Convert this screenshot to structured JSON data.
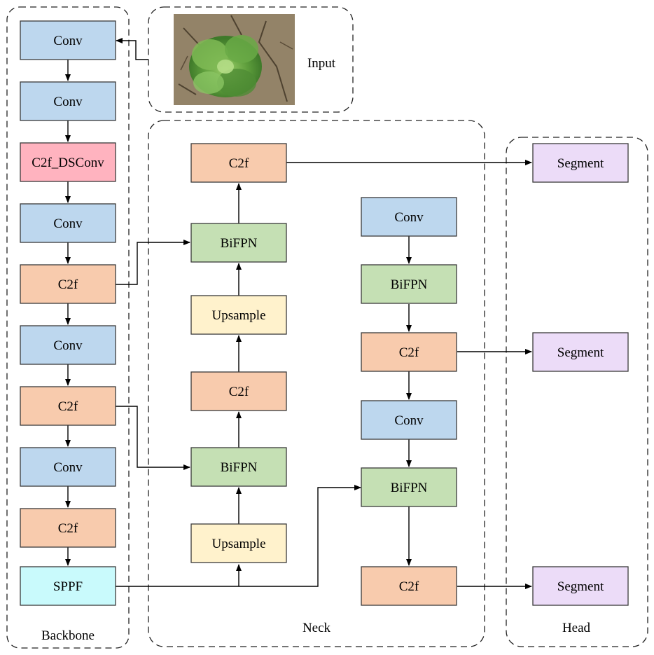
{
  "colors": {
    "conv": "#bdd7ee",
    "c2f": "#f8cbad",
    "c2f_dsconv": "#ffb3bf",
    "sppf": "#c9fafc",
    "bifpn": "#c5e0b4",
    "upsample": "#fff2cc",
    "segment": "#ecdcf8"
  },
  "groups": {
    "backbone": "Backbone",
    "neck": "Neck",
    "head": "Head",
    "input": "Input"
  },
  "blocks": {
    "bb_conv1": "Conv",
    "bb_conv2": "Conv",
    "bb_c2f_dsconv": "C2f_DSConv",
    "bb_conv3": "Conv",
    "bb_c2f1": "C2f",
    "bb_conv4": "Conv",
    "bb_c2f2": "C2f",
    "bb_conv5": "Conv",
    "bb_c2f3": "C2f",
    "bb_sppf": "SPPF",
    "nk_upsample1": "Upsample",
    "nk_bifpn1": "BiFPN",
    "nk_c2f1": "C2f",
    "nk_upsample2": "Upsample",
    "nk_bifpn2": "BiFPN",
    "nk_c2f2": "C2f",
    "nk_conv1": "Conv",
    "nk_bifpn3": "BiFPN",
    "nk_c2f3": "C2f",
    "nk_conv2": "Conv",
    "nk_bifpn4": "BiFPN",
    "nk_c2f4": "C2f",
    "hd_segment1": "Segment",
    "hd_segment2": "Segment",
    "hd_segment3": "Segment"
  }
}
